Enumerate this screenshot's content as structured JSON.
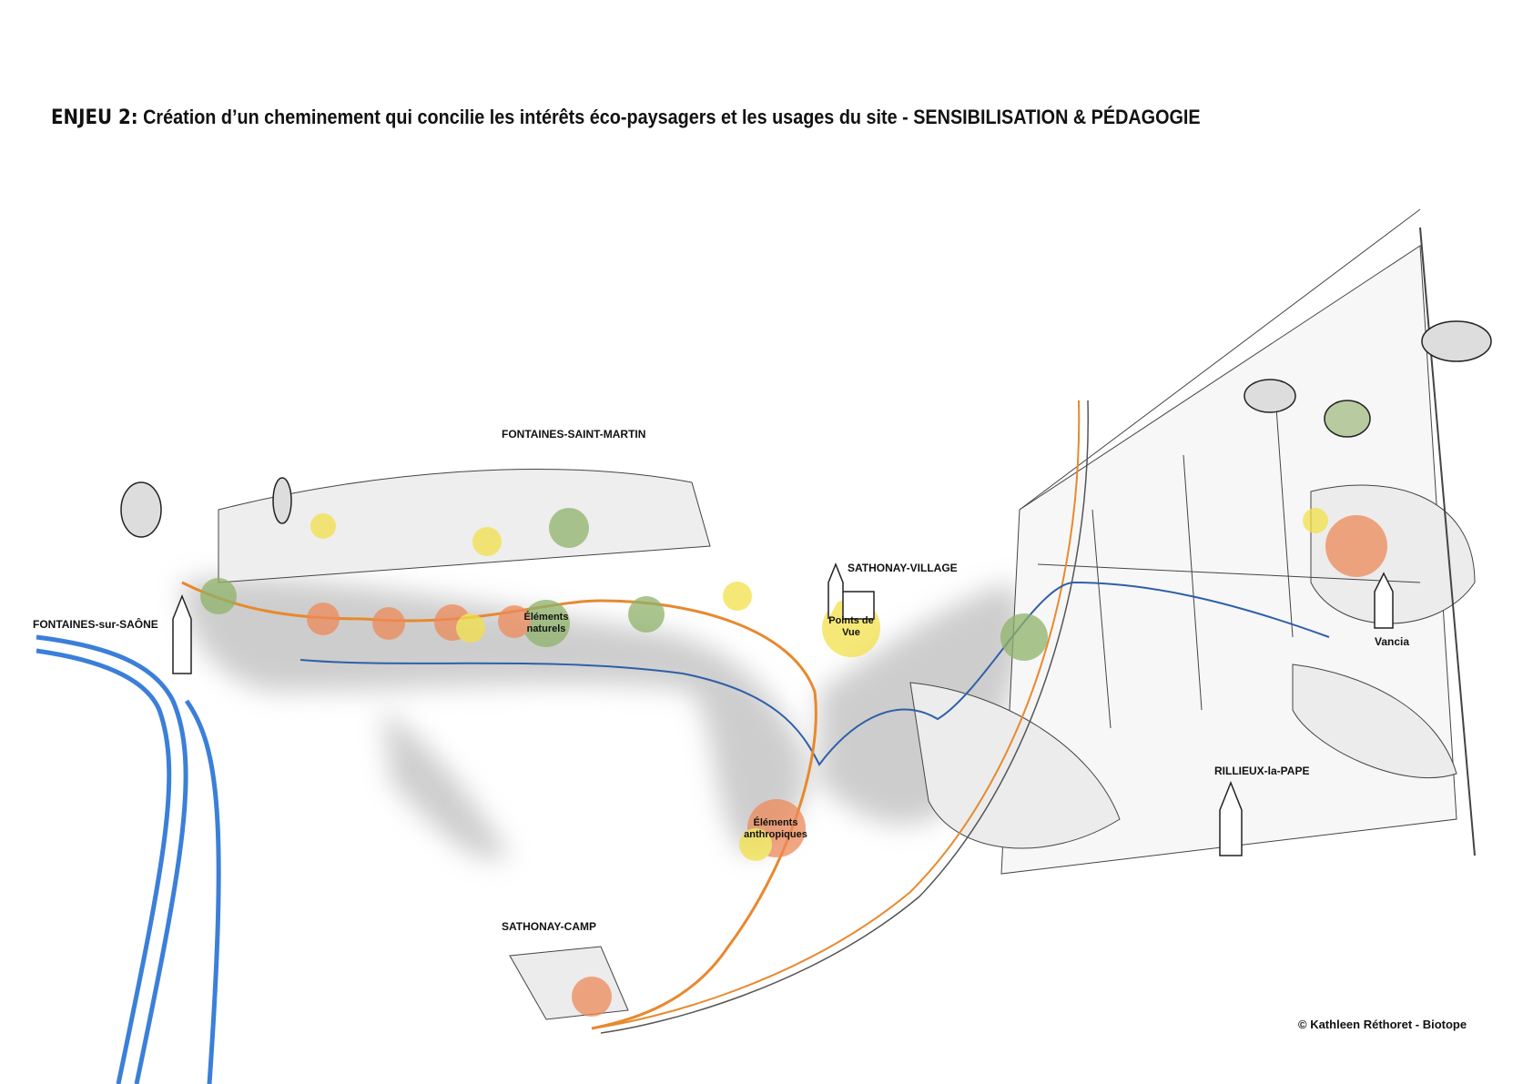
{
  "title": {
    "lead": "ENJEU 2:",
    "text": "Création d’un cheminement qui concilie les intérêts éco-paysagers et les usages du site - SENSIBILISATION & PÉDAGOGIE"
  },
  "places": {
    "fontaines_saint_martin": "FONTAINES-SAINT-MARTIN",
    "sathonay_village": "SATHONAY-VILLAGE",
    "fontaines_sur_saone": "FONTAINES-sur-SAÔNE",
    "vancia": "Vancia",
    "rillieux": "RILLIEUX-la-PAPE",
    "sathonay_camp": "SATHONAY-CAMP"
  },
  "themes": {
    "naturels": "Éléments naturels",
    "points_de_vue": "Points de Vue",
    "anthropiques": "Éléments anthropiques"
  },
  "credit": "© Kathleen Réthoret - Biotope",
  "colors": {
    "path": "#e8892e",
    "river": "#2f5fa8",
    "saone": "#3b7fd9",
    "natural": "#8fb26a",
    "viewpoint": "#f3e04a",
    "anthropic": "#ee8a5a",
    "terrain": "#c9c9c9"
  }
}
